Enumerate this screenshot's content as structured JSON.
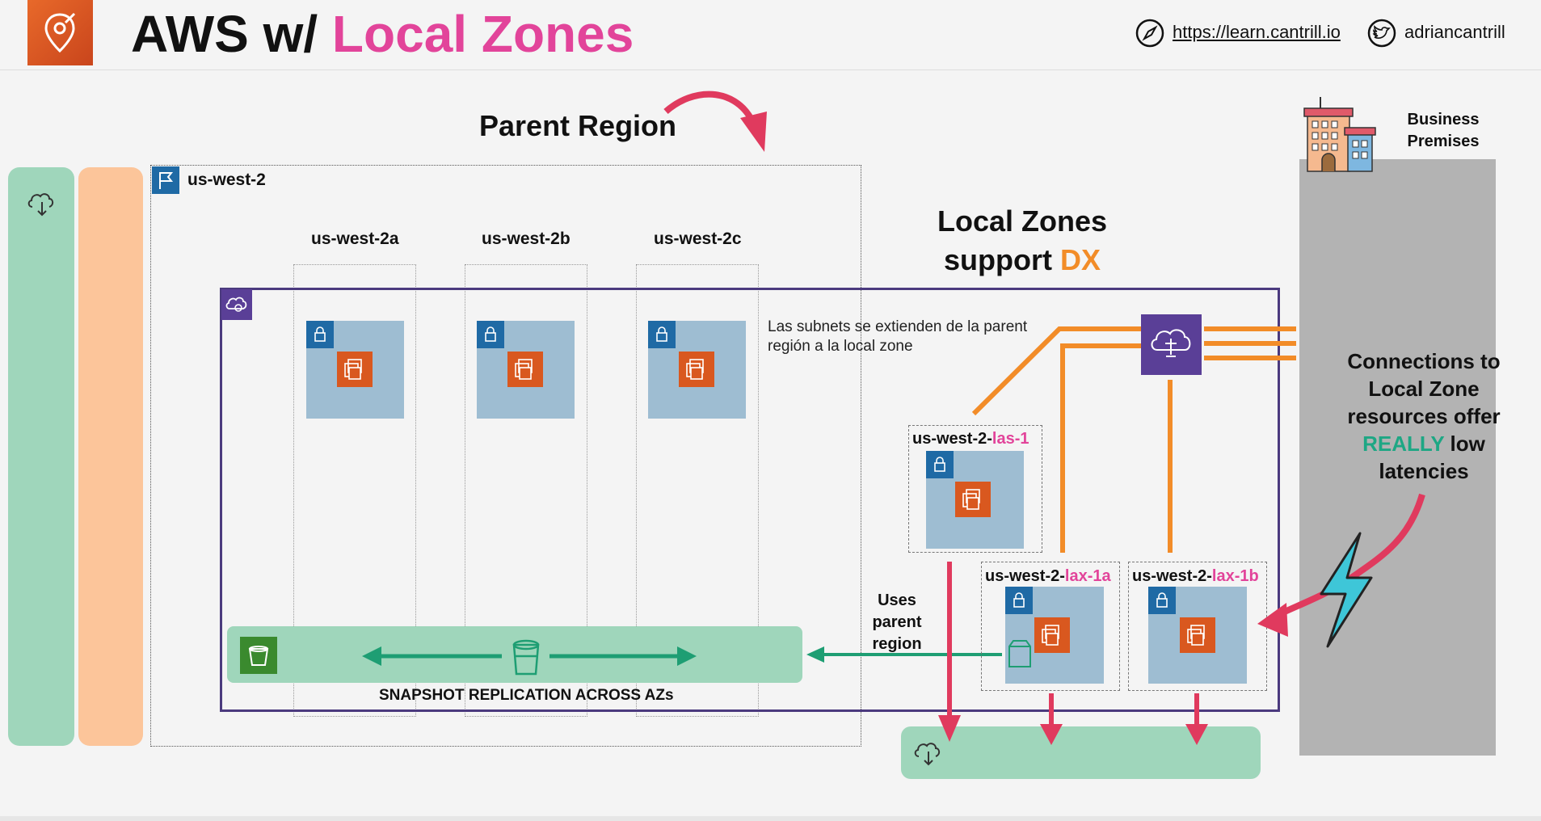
{
  "header": {
    "title_prefix": "AWS w/ ",
    "title_highlight": "Local Zones",
    "url": "https://learn.cantrill.io",
    "handle": "adriancantrill",
    "logo_icon": "location-pin-icon",
    "url_icon": "compass-icon",
    "handle_icon": "twitter-icon"
  },
  "diagram": {
    "parent_region_label": "Parent Region",
    "region_code": "us-west-2",
    "azs": [
      "us-west-2a",
      "us-west-2b",
      "us-west-2c"
    ],
    "local_zones_title_line1": "Local Zones",
    "local_zones_title_line2": "support ",
    "local_zones_title_dx": "DX",
    "subnet_note": "Las subnets se extienden de la parent región a la local zone",
    "local_zones": [
      {
        "prefix": "us-west-2-",
        "suffix": "las-1"
      },
      {
        "prefix": "us-west-2-",
        "suffix": "lax-1a"
      },
      {
        "prefix": "us-west-2-",
        "suffix": "lax-1b"
      }
    ],
    "uses_parent_region": "Uses parent region",
    "snapshot_label": "SNAPSHOT REPLICATION ACROSS AZs",
    "business_premises": "Business Premises",
    "connections_pre": "Connections to Local Zone resources offer ",
    "connections_highlight": "REALLY",
    "connections_post": " low latencies"
  },
  "colors": {
    "pink": "#e2449a",
    "orange": "#f28c28",
    "green_band": "#9fd6bb",
    "peach_band": "#fcc59a",
    "vpc_purple": "#4b3a7e",
    "subnet_blue": "#9ebdd2",
    "premises_gray": "#b3b3b3",
    "arrow_red": "#e03a5e",
    "arrow_green": "#1e9e73"
  }
}
